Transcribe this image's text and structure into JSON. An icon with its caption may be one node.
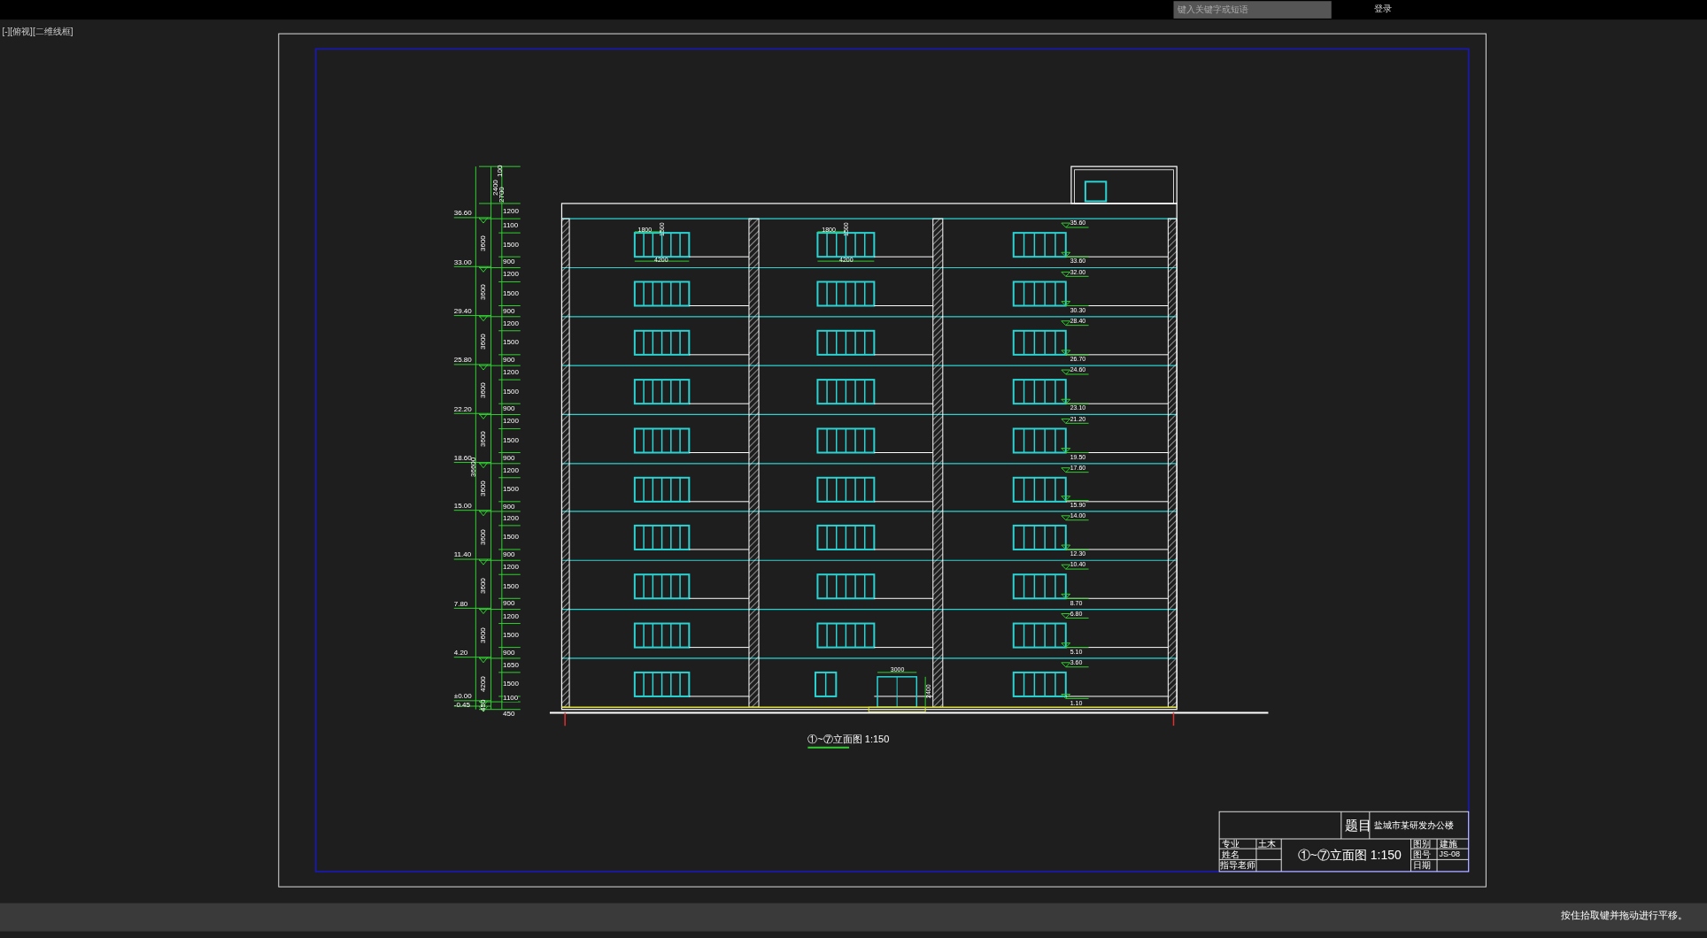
{
  "diagram": {
    "labels": [
      "[-][俯视][二维线框]",
      "键入关键字或短语",
      "登录",
      "按住拾取键并拖动进行平移。",
      "36.60",
      "33.00",
      "29.40",
      "25.80",
      "22.20",
      "18.60",
      "15.00",
      "11.40",
      "7.80",
      "4.20",
      "±0.00",
      "-0.45",
      "100",
      "2400",
      "2700",
      "3600",
      "3600",
      "3600",
      "3600",
      "3600",
      "3600",
      "3600",
      "3600",
      "3600",
      "4200",
      "450",
      "36600",
      "1200",
      "1100",
      "1500",
      "900",
      "1200",
      "1500",
      "900",
      "1200",
      "1500",
      "900",
      "1200",
      "1500",
      "900",
      "1200",
      "1500",
      "900",
      "1200",
      "1500",
      "900",
      "1200",
      "1500",
      "900",
      "1200",
      "1500",
      "900",
      "1200",
      "1500",
      "900",
      "1650",
      "1500",
      "1100",
      "450",
      "35.60",
      "33.60",
      "32.00",
      "30.30",
      "28.40",
      "26.70",
      "24.60",
      "23.10",
      "21.20",
      "19.50",
      "17.60",
      "15.90",
      "14.00",
      "12.30",
      "10.40",
      "8.70",
      "6.80",
      "5.10",
      "3.60",
      "1.10",
      "1800",
      "1500",
      "4200",
      "1800",
      "1500",
      "4200",
      "3000",
      "2400",
      "①~⑦立面图 1:150",
      "题目",
      "盐城市某研发办公楼",
      "专业",
      "土木",
      "姓名",
      "指导老师",
      "①~⑦立面图 1:150",
      "图别",
      "建施",
      "图号",
      "JS-08",
      "日期"
    ]
  }
}
